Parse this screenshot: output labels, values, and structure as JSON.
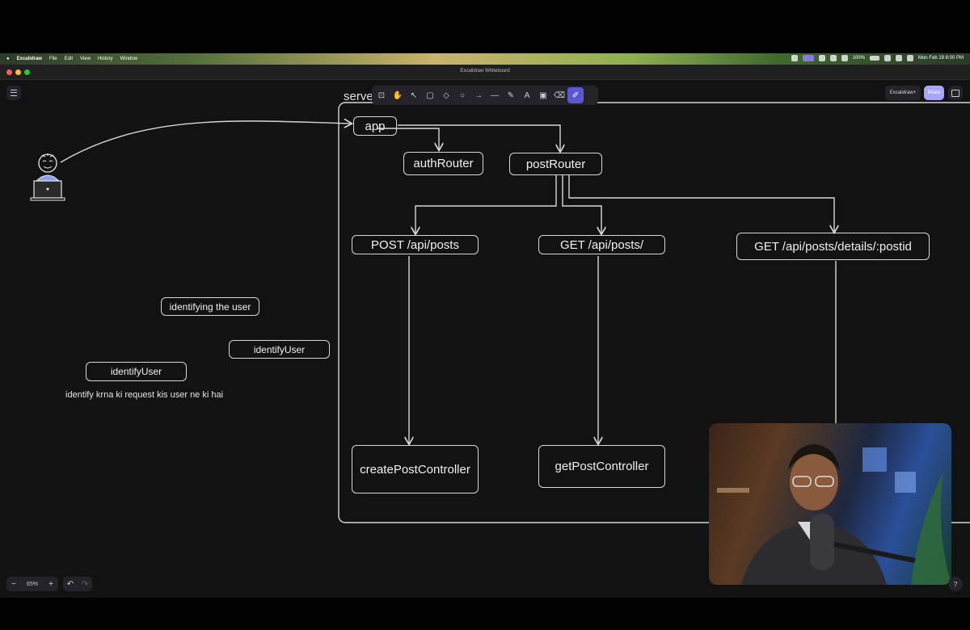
{
  "menubar": {
    "app_name": "Excalidraw",
    "items": [
      "File",
      "Edit",
      "View",
      "History",
      "Window"
    ],
    "battery": "100%",
    "datetime": "Mon Feb 19  8:00 PM"
  },
  "window": {
    "title": "Excalidraw Whiteboard"
  },
  "toolbar": {
    "tools": [
      {
        "icon": "lock-icon",
        "glyph": "⊡"
      },
      {
        "icon": "hand-icon",
        "glyph": "✋"
      },
      {
        "icon": "selection-icon",
        "glyph": "↖"
      },
      {
        "icon": "rectangle-icon",
        "glyph": "▢"
      },
      {
        "icon": "diamond-icon",
        "glyph": "◇"
      },
      {
        "icon": "ellipse-icon",
        "glyph": "○"
      },
      {
        "icon": "arrow-icon",
        "glyph": "→"
      },
      {
        "icon": "line-icon",
        "glyph": "—"
      },
      {
        "icon": "pencil-icon",
        "glyph": "✎"
      },
      {
        "icon": "text-icon",
        "glyph": "A"
      },
      {
        "icon": "image-icon",
        "glyph": "▣"
      },
      {
        "icon": "eraser-icon",
        "glyph": "⌫"
      },
      {
        "icon": "laser-icon",
        "glyph": "✐"
      }
    ],
    "active_color": "#5b57d1"
  },
  "header": {
    "library_label": "Excalidraw+",
    "share_label": "Share"
  },
  "diagram": {
    "frame_label": "serve",
    "nodes": {
      "app": "app",
      "auth_router": "authRouter",
      "post_router": "postRouter",
      "post_posts": "POST /api/posts",
      "get_posts": "GET /api/posts/",
      "get_post_details": "GET /api/posts/details/:postid",
      "create_controller": "createPostController",
      "get_controller": "getPostController",
      "identifying_user": "identifying the user",
      "identify_user_1": "identifyUser",
      "identify_user_2": "identifyUser"
    },
    "note": "identify krna ki request kis user ne ki hai"
  },
  "footer": {
    "zoom_out": "−",
    "zoom_level": "65%",
    "zoom_in": "+",
    "undo": "↶",
    "redo": "↷",
    "help": "?"
  }
}
